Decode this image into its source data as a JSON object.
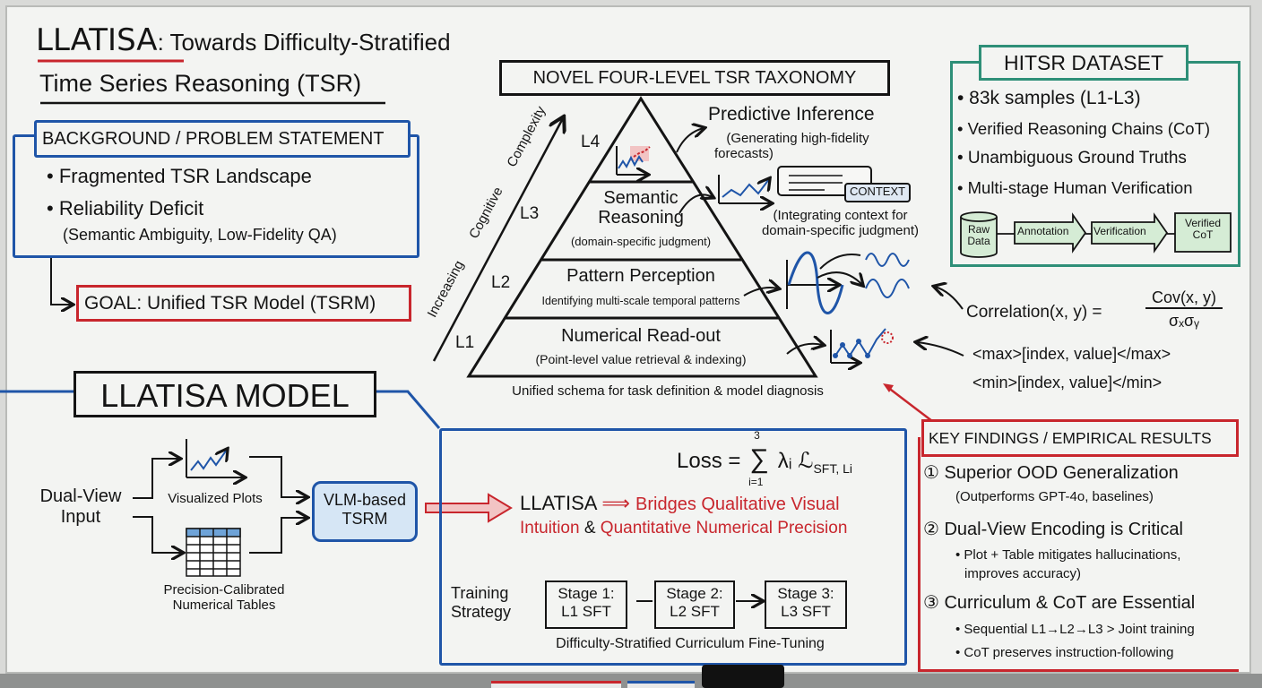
{
  "title": {
    "brand": "LLATISA",
    "line1_rest": ": Towards Difficulty-Stratified",
    "line2": "Time Series Reasoning (TSR)"
  },
  "background": {
    "heading": "BACKGROUND / PROBLEM STATEMENT",
    "bullets": [
      "• Fragmented TSR Landscape",
      "• Reliability Deficit"
    ],
    "note": "(Semantic Ambiguity, Low-Fidelity QA)"
  },
  "goal": "GOAL: Unified TSR Model (TSRM)",
  "model": {
    "heading": "LLATISA MODEL",
    "input": [
      "Dual-View",
      "Input"
    ],
    "plots_label": "Visualized Plots",
    "tables_label": [
      "Precision-Calibrated",
      "Numerical Tables"
    ],
    "vlm": [
      "VLM-based",
      "TSRM"
    ],
    "loss": {
      "prefix": "Loss =",
      "upper": "3",
      "lower": "i=1",
      "term": "λᵢ ℒ",
      "sub": "SFT, Li"
    },
    "bridge": {
      "name": "LLATISA",
      "arrow": "⟹",
      "part1": "Bridges Qualitative Visual",
      "part2a": "Intuition",
      "amp": "&",
      "part2b": "Quantitative Numerical Precision"
    },
    "training": {
      "label": [
        "Training",
        "Strategy"
      ],
      "stages": [
        [
          "Stage 1:",
          "L1 SFT"
        ],
        [
          "Stage 2:",
          "L2 SFT"
        ],
        [
          "Stage 3:",
          "L3 SFT"
        ]
      ],
      "caption": "Difficulty-Stratified Curriculum Fine-Tuning"
    }
  },
  "taxonomy": {
    "heading": "NOVEL FOUR-LEVEL TSR TAXONOMY",
    "axis": "Increasing Cognitive Complexity",
    "levels": [
      {
        "tag": "L4",
        "title": "",
        "sub": "",
        "side_title": "Predictive Inference",
        "side_note": [
          "(Generating high-fidelity",
          "forecasts)"
        ]
      },
      {
        "tag": "L3",
        "title": [
          "Semantic",
          "Reasoning"
        ],
        "sub": "(domain-specific judgment)",
        "side_note": [
          "(Integrating context for",
          "domain-specific judgment)"
        ],
        "badge": "CONTEXT"
      },
      {
        "tag": "L2",
        "title": "Pattern Perception",
        "sub": "Identifying multi-scale temporal patterns"
      },
      {
        "tag": "L1",
        "title": "Numerical Read-out",
        "sub": "(Point-level value retrieval & indexing)"
      }
    ],
    "footer": "Unified schema for task definition & model diagnosis"
  },
  "dataset": {
    "heading": "HITSR DATASET",
    "bullets": [
      "• 83k samples (L1-L3)",
      "• Verified Reasoning Chains (CoT)",
      "• Unambiguous Ground Truths",
      "• Multi-stage Human Verification"
    ],
    "pipeline": [
      [
        "Raw",
        "Data"
      ],
      "Annotation",
      "Verification",
      [
        "Verified",
        "CoT"
      ]
    ]
  },
  "formulas": {
    "corr_lhs": "Correlation(x, y) =",
    "corr_num": "Cov(x, y)",
    "corr_den": "σₓσᵧ",
    "max": "<max>[index, value]</max>",
    "min": "<min>[index, value]</min>"
  },
  "findings": {
    "heading": "KEY FINDINGS / EMPIRICAL RESULTS",
    "items": [
      {
        "title": "① Superior OOD Generalization",
        "notes": [
          "(Outperforms GPT-4o, baselines)"
        ]
      },
      {
        "title": "② Dual-View Encoding is Critical",
        "notes": [
          "• Plot + Table mitigates hallucinations,",
          "improves accuracy)"
        ]
      },
      {
        "title": "③ Curriculum & CoT are Essential",
        "notes": [
          "• Sequential L1→L2→L3 > Joint training",
          "• CoT preserves instruction-following"
        ]
      }
    ]
  },
  "colors": {
    "blue": "#1f55a8",
    "red": "#c8262d",
    "green": "#2e8f78",
    "board": "#f3f4f2"
  }
}
